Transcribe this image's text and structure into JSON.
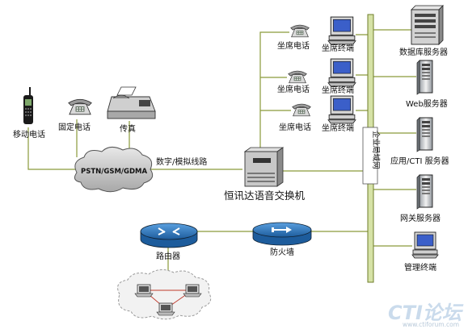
{
  "nodes": {
    "mobile_phone": "移动电话",
    "fixed_phone": "固定电话",
    "fax": "传真",
    "pstn_cloud": "PSTN/GSM/GDMA",
    "trunk_line": "数字/模拟线路",
    "switch": "恒讯达语音交换机",
    "router": "路由器",
    "firewall": "防火墙",
    "lan_bus": "企业局域网",
    "agent_phones": [
      "坐席电话",
      "坐席电话",
      "坐席电话"
    ],
    "agent_terminals": [
      "坐席终端",
      "坐席终端",
      "坐席终端"
    ],
    "servers": [
      "数据库服务器",
      "Web服务器",
      "应用/CTI 服务器",
      "网关服务器",
      "管理终端"
    ]
  },
  "watermark": {
    "logo": "CTI论坛",
    "url": "www.ctiforum.com"
  },
  "colors": {
    "line": "#8a9a3a",
    "router_blue": "#2a6fb0",
    "screen_blue": "#3b5fc9"
  }
}
